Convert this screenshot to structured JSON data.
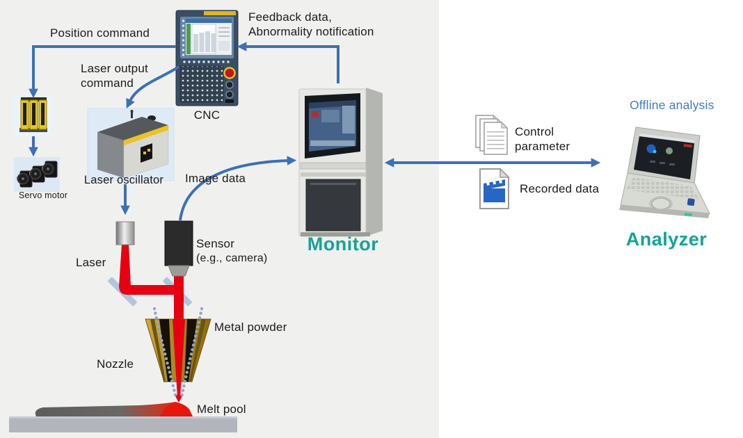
{
  "labels": {
    "position_command": "Position command",
    "laser_output_command_1": "Laser output",
    "laser_output_command_2": "command",
    "feedback_1": "Feedback data,",
    "feedback_2": "Abnormality notification",
    "cnc": "CNC",
    "servo_motor": "Servo motor",
    "laser_oscillator": "Laser oscillator",
    "laser": "Laser",
    "image_data": "Image data",
    "sensor_1": "Sensor",
    "sensor_2": "(e.g., camera)",
    "monitor": "Monitor",
    "nozzle": "Nozzle",
    "metal_powder": "Metal powder",
    "melt_pool": "Melt pool",
    "offline_analysis": "Offline analysis",
    "control_parameter_1": "Control",
    "control_parameter_2": "parameter",
    "recorded_data": "Recorded data",
    "analyzer": "Analyzer"
  },
  "icons": {
    "documents_stack": "documents-stack-icon",
    "video_file": "video-file-icon"
  },
  "colors": {
    "arrow_blue": "#3d70b6",
    "label_teal": "#16a296",
    "offline_blue": "#3e7cc0",
    "laser_red": "#e60012",
    "nozzle_gold": "#a8831c",
    "panel_gray": "#f0f1ef"
  }
}
